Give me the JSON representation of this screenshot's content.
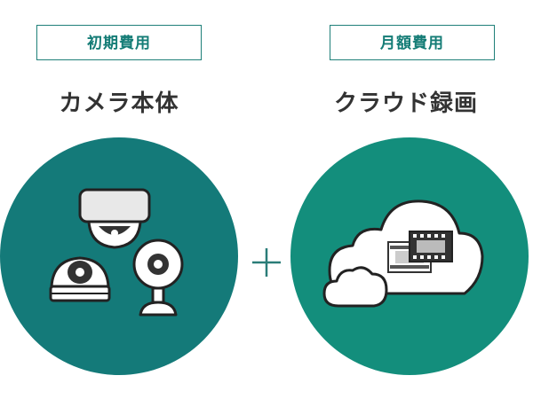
{
  "left": {
    "badge": "初期費用",
    "title": "カメラ本体",
    "icons": [
      "dome-camera-icon",
      "bullet-camera-icon",
      "webcam-icon"
    ],
    "circle_color": "#147a79"
  },
  "right": {
    "badge": "月額費用",
    "title": "クラウド録画",
    "icons": [
      "cloud-icon",
      "film-icon"
    ],
    "circle_color": "#138e7c"
  },
  "operator_icon": "plus-icon",
  "accent_color": "#1f8079"
}
